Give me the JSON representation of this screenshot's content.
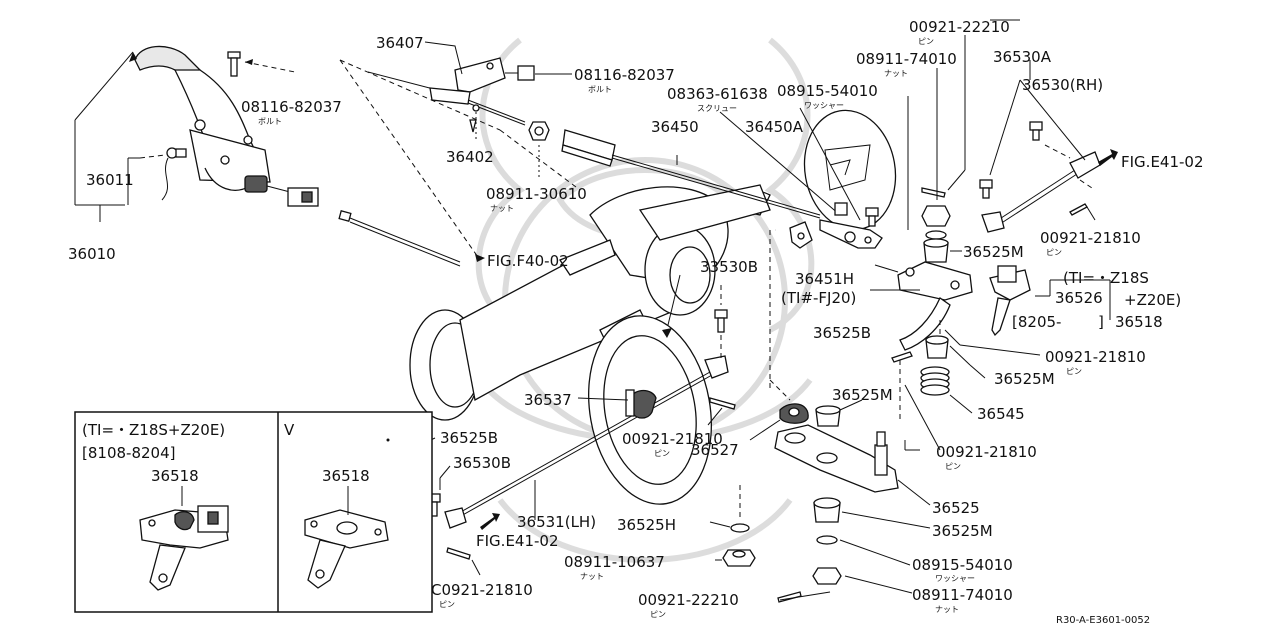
{
  "labels": {
    "36010": "36010",
    "36011": "36011",
    "08116_82037_a": "08116-82037",
    "08116_82037_a_sub": "ボルト",
    "36407": "36407",
    "08116_82037_b": "08116-82037",
    "08116_82037_b_sub": "ボルト",
    "36402": "36402",
    "fig_f40_02": "FIG.F40-02",
    "08911_30610": "08911-30610",
    "08911_30610_sub": "ナット",
    "08363_61638": "08363-61638",
    "08363_61638_sub": "スクリュー",
    "36450": "36450",
    "08915_54010_top": "08915-54010",
    "08915_54010_top_sub": "ワッシャー",
    "36450a": "36450A",
    "08911_74010_top": "08911-74010",
    "08911_74010_top_sub": "ナット",
    "00921_22210_top": "00921-22210",
    "00921_22210_top_sub": "ピン",
    "36530a": "36530A",
    "36530rh": "36530(RH)",
    "fig_e41_02_top": "FIG.E41-02",
    "00921_21810_a": "00921-21810",
    "00921_21810_a_sub": "ピン",
    "36525m_a": "36525M",
    "36451h": "36451H",
    "ti_fj20": "(TI#-FJ20)",
    "ti_z18s": "(TI=・Z18S",
    "z20e": "+Z20E)",
    "36526": "36526",
    "8205": "[8205-",
    "8205_close": "]",
    "36518": "36518",
    "33530b": "33530B",
    "36525b_a": "36525B",
    "00921_21810_b": "00921-21810",
    "00921_21810_b_sub": "ピン",
    "36525m_b": "36525M",
    "36545": "36545",
    "36525m_c": "36525M",
    "36537": "36537",
    "00921_21810_c": "00921-21810",
    "00921_21810_c_sub": "ピン",
    "00921_21810_d": "00921-21810",
    "00921_21810_d_sub": "ピン",
    "36527": "36527",
    "36525": "36525",
    "36525m_d": "36525M",
    "36525b_b": "36525B",
    "36530b": "36530B",
    "36531lh": "36531(LH)",
    "36525h": "36525H",
    "08911_10637": "08911-10637",
    "08911_10637_sub": "ナット",
    "08915_54010_bot": "08915-54010",
    "08915_54010_bot_sub": "ワッシャー",
    "08911_74010_bot": "08911-74010",
    "08911_74010_bot_sub": "ナット",
    "00921_22210_bot": "00921-22210",
    "00921_22210_bot_sub": "ピン",
    "fig_e41_02_bot": "FIG.E41-02",
    "c0921_21810": "C0921-21810",
    "c0921_21810_sub": "ピン",
    "ref_code": "R30-A-E3601-0052"
  },
  "inset": {
    "title1": "(TI=・Z18S+Z20E)",
    "title2": "[8108-8204]",
    "part_left": "36518",
    "v_label": "V",
    "part_right": "36518"
  },
  "colors": {
    "ink": "#111111",
    "watermark": "#d9d9d9",
    "background": "#ffffff"
  }
}
